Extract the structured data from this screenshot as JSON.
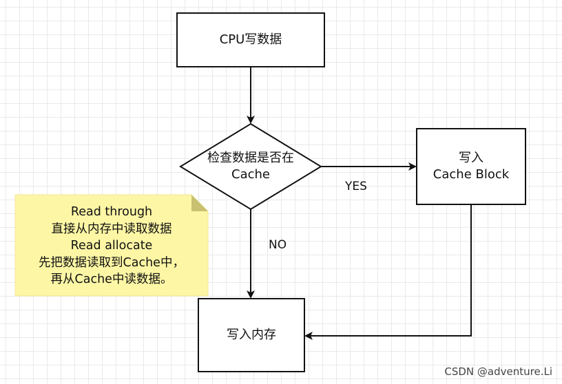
{
  "nodes": {
    "cpu_write": "CPU写数据",
    "check_cache": [
      "检查数据是否在",
      "Cache"
    ],
    "write_cache_block": [
      "写入",
      "Cache Block"
    ],
    "write_memory": "写入内存"
  },
  "edges": {
    "yes_label": "YES",
    "no_label": "NO"
  },
  "note": {
    "lines": [
      "Read through",
      "直接从内存中读取数据",
      "Read allocate",
      "先把数据读取到Cache中，",
      "再从Cache中读数据。"
    ]
  },
  "watermark": "CSDN @adventure.Li"
}
